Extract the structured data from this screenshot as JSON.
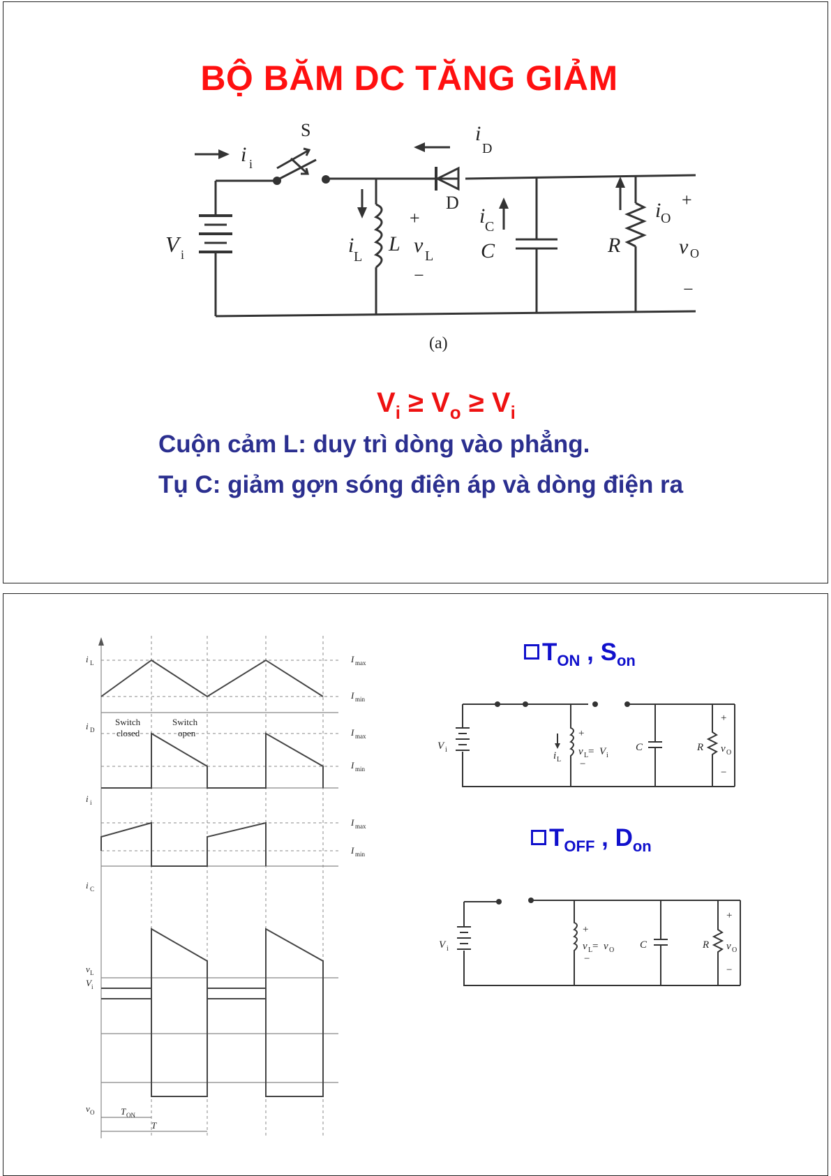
{
  "slide1": {
    "title": "BỘ BĂM DC TĂNG GIẢM",
    "condition": {
      "v1": "V",
      "s1": "i",
      "op1": " ≥ ",
      "v2": "V",
      "s2": "o",
      "op2": " ≥ ",
      "v3": "V",
      "s3": "i"
    },
    "line1": "Cuộn cảm L: duy trì dòng vào phẳng.",
    "line2": "Tụ C: giảm gợn sóng điện áp và dòng điện ra",
    "circuit": {
      "switch": "S",
      "ii": "i",
      "ii_sub": "i",
      "iD": "i",
      "iD_sub": "D",
      "diode": "D",
      "Vi": "V",
      "Vi_sub": "i",
      "iL": "i",
      "iL_sub": "L",
      "L": "L",
      "vL": "v",
      "vL_sub": "L",
      "plus": "+",
      "minus": "−",
      "iC": "i",
      "iC_sub": "C",
      "C": "C",
      "R": "R",
      "io": "i",
      "io_sub": "O",
      "vo": "v",
      "vo_sub": "O",
      "caption": "(a)"
    }
  },
  "slide2": {
    "ton": {
      "main": "T",
      "sub": "ON",
      "sep": " , ",
      "s": "S",
      "s_sub": "on"
    },
    "toff": {
      "main": "T",
      "sub": "OFF",
      "sep": " , ",
      "d": "D",
      "d_sub": "on"
    },
    "waves": {
      "iL": "i",
      "iL_sub": "L",
      "iD": "i",
      "iD_sub": "D",
      "ii": "i",
      "ii_sub": "i",
      "iC": "i",
      "iC_sub": "C",
      "vL": "v",
      "vL_sub": "L",
      "Vi": "V",
      "Vi_sub": "i",
      "vo": "v",
      "vo_sub": "O",
      "Imax": "I",
      "Imax_sub": "max",
      "Imin": "I",
      "Imin_sub": "min",
      "sw_closed_1": "Switch",
      "sw_closed_2": "closed",
      "sw_open_1": "Switch",
      "sw_open_2": "open",
      "ton": "T",
      "ton_sub": "ON",
      "T": "T"
    },
    "c_on": {
      "Vi": "V",
      "Vi_sub": "i",
      "iL": "i",
      "iL_sub": "L",
      "vL": "v",
      "vL_sub": "L",
      "eq": " = ",
      "rhs": "V",
      "rhs_sub": "i",
      "C": "C",
      "R": "R",
      "vo": "v",
      "vo_sub": "O",
      "plus": "+",
      "minus": "−"
    },
    "c_off": {
      "Vi": "V",
      "Vi_sub": "i",
      "vL": "v",
      "vL_sub": "L",
      "eq": " = ",
      "rhs": "v",
      "rhs_sub": "O",
      "C": "C",
      "R": "R",
      "vo": "v",
      "vo_sub": "O",
      "plus": "+",
      "minus": "−"
    }
  }
}
